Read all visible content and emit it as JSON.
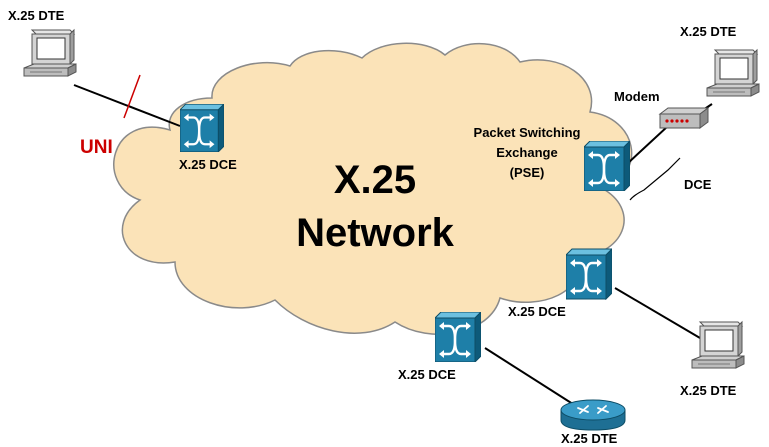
{
  "network_title_line1": "X.25",
  "network_title_line2": "Network",
  "uni_label": "UNI",
  "labels": {
    "dte_top_left": "X.25 DTE",
    "dte_top_right": "X.25 DTE",
    "dte_bottom_right": "X.25 DTE",
    "dte_bottom_center": "X.25 DTE",
    "dce_left": "X.25 DCE",
    "dce_right_mid": "X.25 DCE",
    "dce_bottom": "X.25 DCE",
    "modem": "Modem",
    "dce_bracket": "DCE",
    "pse_line1": "Packet Switching",
    "pse_line2": "Exchange",
    "pse_line3": "(PSE)"
  },
  "colors": {
    "cloud_fill": "#fbe3b8",
    "cloud_stroke": "#8a8a8a",
    "switch_fill": "#1e7fa8",
    "uni_red": "#cc0000"
  }
}
